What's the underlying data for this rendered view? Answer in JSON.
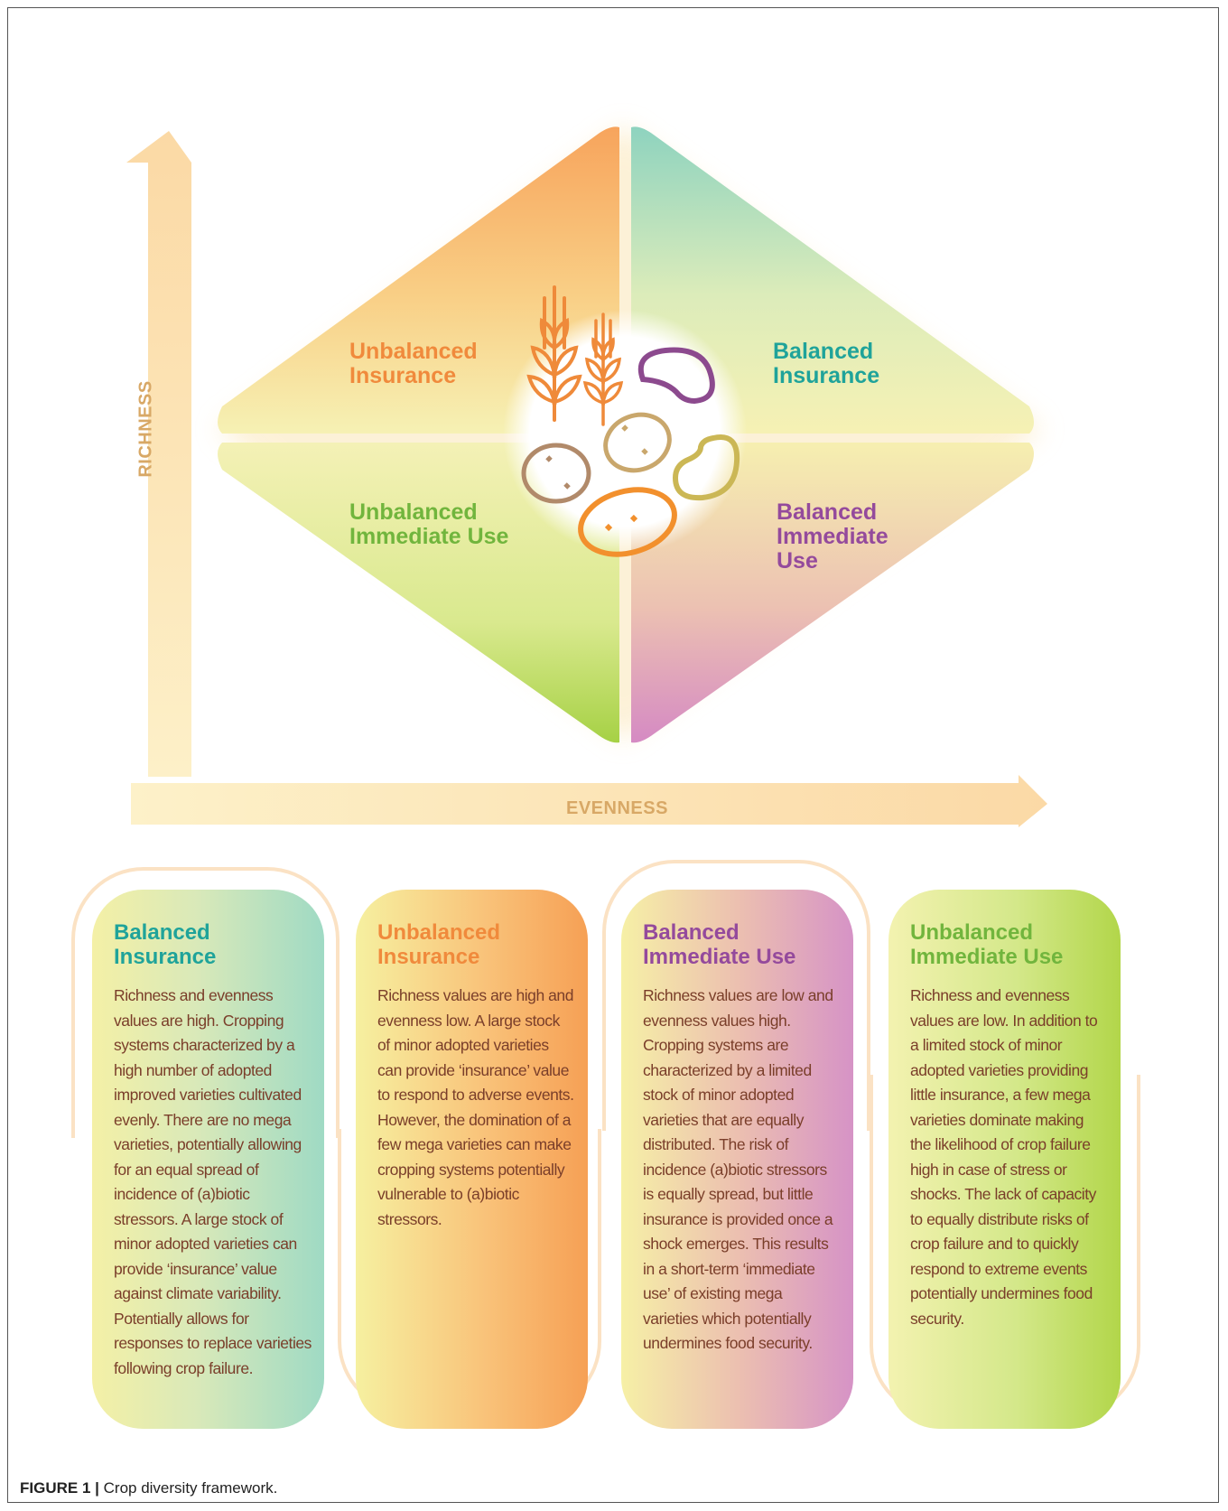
{
  "axes": {
    "y_label": "RICHNESS",
    "x_label": "EVENNESS"
  },
  "quadrants": {
    "top_left": {
      "line1": "Unbalanced",
      "line2": "Insurance"
    },
    "top_right": {
      "line1": "Balanced",
      "line2": "Insurance"
    },
    "bottom_left": {
      "line1": "Unbalanced",
      "line2": "Immediate Use"
    },
    "bottom_right": {
      "line1": "Balanced",
      "line2": "Immediate",
      "line3": "Use"
    }
  },
  "cards": [
    {
      "title": "Balanced Insurance",
      "body": "Richness and evenness values are high. Cropping systems characterized by a high number of adopted improved varieties cultivated evenly. There are no mega varieties, potentially allowing for an equal spread of incidence of (a)biotic stressors. A large stock of minor adopted varieties can provide ‘insurance’ value against climate variability. Potentially allows for responses to replace varieties following crop failure."
    },
    {
      "title": "Unbalanced Insurance",
      "body": "Richness values are high and evenness low. A large stock of minor adopted varieties can provide ‘insurance’ value to respond to adverse events. However, the domination of a few mega varieties can make cropping systems potentially vulnerable to (a)biotic stressors."
    },
    {
      "title": "Balanced Immediate Use",
      "body": "Richness values are low and evenness values high. Cropping systems are characterized by a limited stock of minor adopted varieties that are equally distributed. The risk of incidence (a)biotic stressors is equally spread, but little insurance is provided once a shock emerges. This results in a short-term ‘immediate use’ of existing mega varieties which potentially undermines food security."
    },
    {
      "title": "Unbalanced Immediate Use",
      "body": "Richness and evenness values are low. In addition to a limited stock of minor adopted varieties providing little insurance, a few mega varieties dominate making the likelihood of crop failure high in case of stress or shocks. The lack of capacity to equally distribute risks of crop failure and to quickly respond to extreme events potentially undermines food security."
    }
  ],
  "caption": {
    "label": "FIGURE 1 |",
    "text": "Crop diversity framework."
  },
  "colors": {
    "orange": "#f08a3c",
    "teal": "#1fa39a",
    "green": "#71b53d",
    "purple": "#944a9c",
    "brown_text": "#7a3e2a",
    "axis": "#fbe3b6"
  },
  "icons": [
    "wheat-icon",
    "wheat-icon",
    "potato-icon",
    "potato-icon",
    "potato-icon",
    "bean-icon",
    "bean-icon"
  ]
}
